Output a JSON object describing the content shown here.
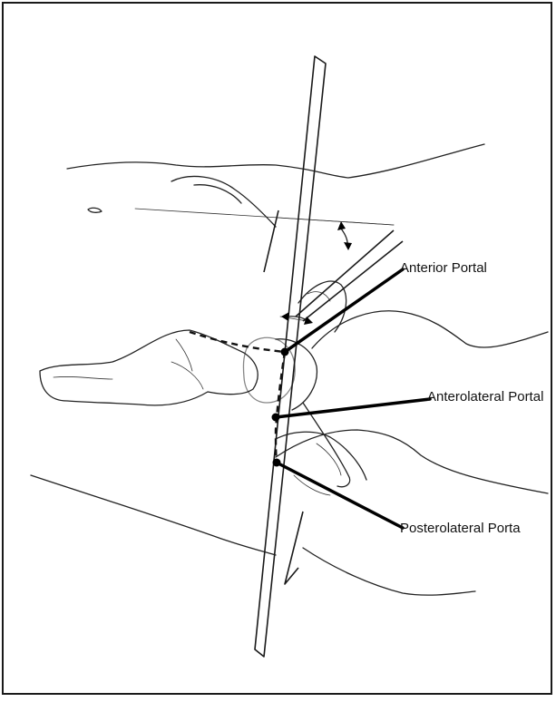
{
  "figure": {
    "labels": {
      "anterior_portal": "Anterior Portal",
      "anterolateral_portal": "Anterolateral Portal",
      "posterolateral_portal": "Posterolateral Porta"
    }
  }
}
